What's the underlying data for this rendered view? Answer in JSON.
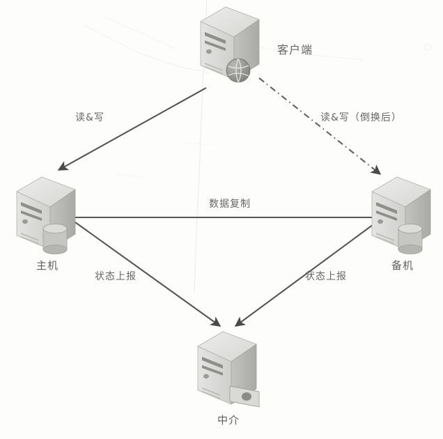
{
  "diagram": {
    "type": "high-availability-architecture",
    "background_color": "#fdfdfc",
    "line_color": "#555555",
    "text_color": "#666666",
    "nodes": [
      {
        "id": "client",
        "label": "客户端",
        "icon": "server-tower-with-globe-icon",
        "position": "top-center"
      },
      {
        "id": "primary",
        "label": "主机",
        "icon": "server-tower-with-database-icon",
        "position": "left"
      },
      {
        "id": "standby",
        "label": "备机",
        "icon": "server-tower-with-database-icon",
        "position": "right"
      },
      {
        "id": "arbiter",
        "label": "中介",
        "icon": "server-tower-with-disk-icon",
        "position": "bottom-center"
      }
    ],
    "edges": [
      {
        "id": "client-to-primary",
        "from": "client",
        "to": "primary",
        "label": "读&写",
        "style": "solid",
        "arrow": "single"
      },
      {
        "id": "client-to-standby",
        "from": "client",
        "to": "standby",
        "label": "读&写（倒换后）",
        "style": "dash-dot",
        "arrow": "single"
      },
      {
        "id": "primary-to-standby",
        "from": "primary",
        "to": "standby",
        "label": "数据复制",
        "style": "solid",
        "arrow": "single"
      },
      {
        "id": "primary-to-arbiter",
        "from": "primary",
        "to": "arbiter",
        "label": "状态上报",
        "style": "solid",
        "arrow": "single"
      },
      {
        "id": "standby-to-arbiter",
        "from": "standby",
        "to": "arbiter",
        "label": "状态上报",
        "style": "solid",
        "arrow": "single"
      }
    ]
  }
}
